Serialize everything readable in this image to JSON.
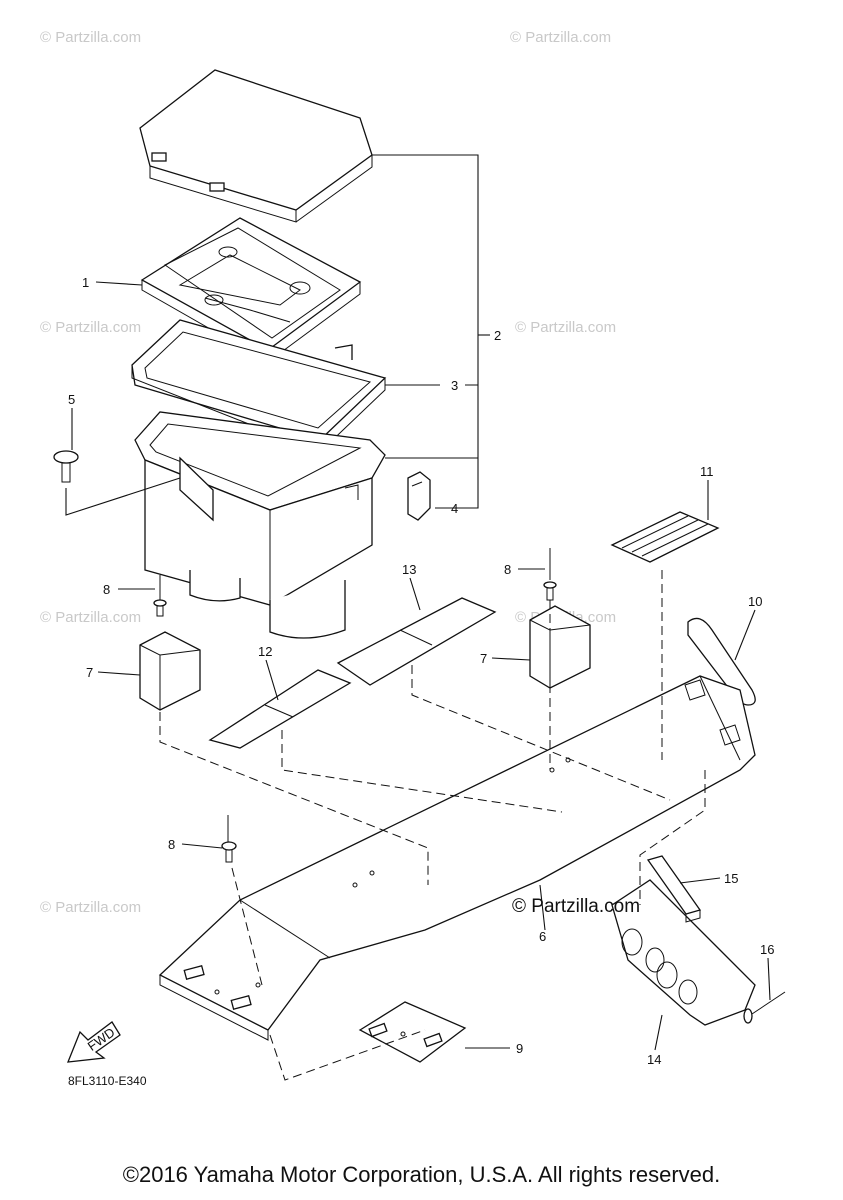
{
  "watermark_text": "© Partzilla.com",
  "center_watermark": "© Partzilla.com",
  "diagram_code": "8FL3110-E340",
  "fwd_label": "FWD",
  "footer": "©2016 Yamaha Motor Corporation, U.S.A. All rights reserved.",
  "callouts": {
    "c1": "1",
    "c2": "2",
    "c3": "3",
    "c4": "4",
    "c5": "5",
    "c6": "6",
    "c7a": "7",
    "c7b": "7",
    "c8a": "8",
    "c8b": "8",
    "c8c": "8",
    "c9": "9",
    "c10": "10",
    "c11": "11",
    "c12": "12",
    "c13": "13",
    "c14": "14",
    "c15": "15",
    "c16": "16"
  }
}
